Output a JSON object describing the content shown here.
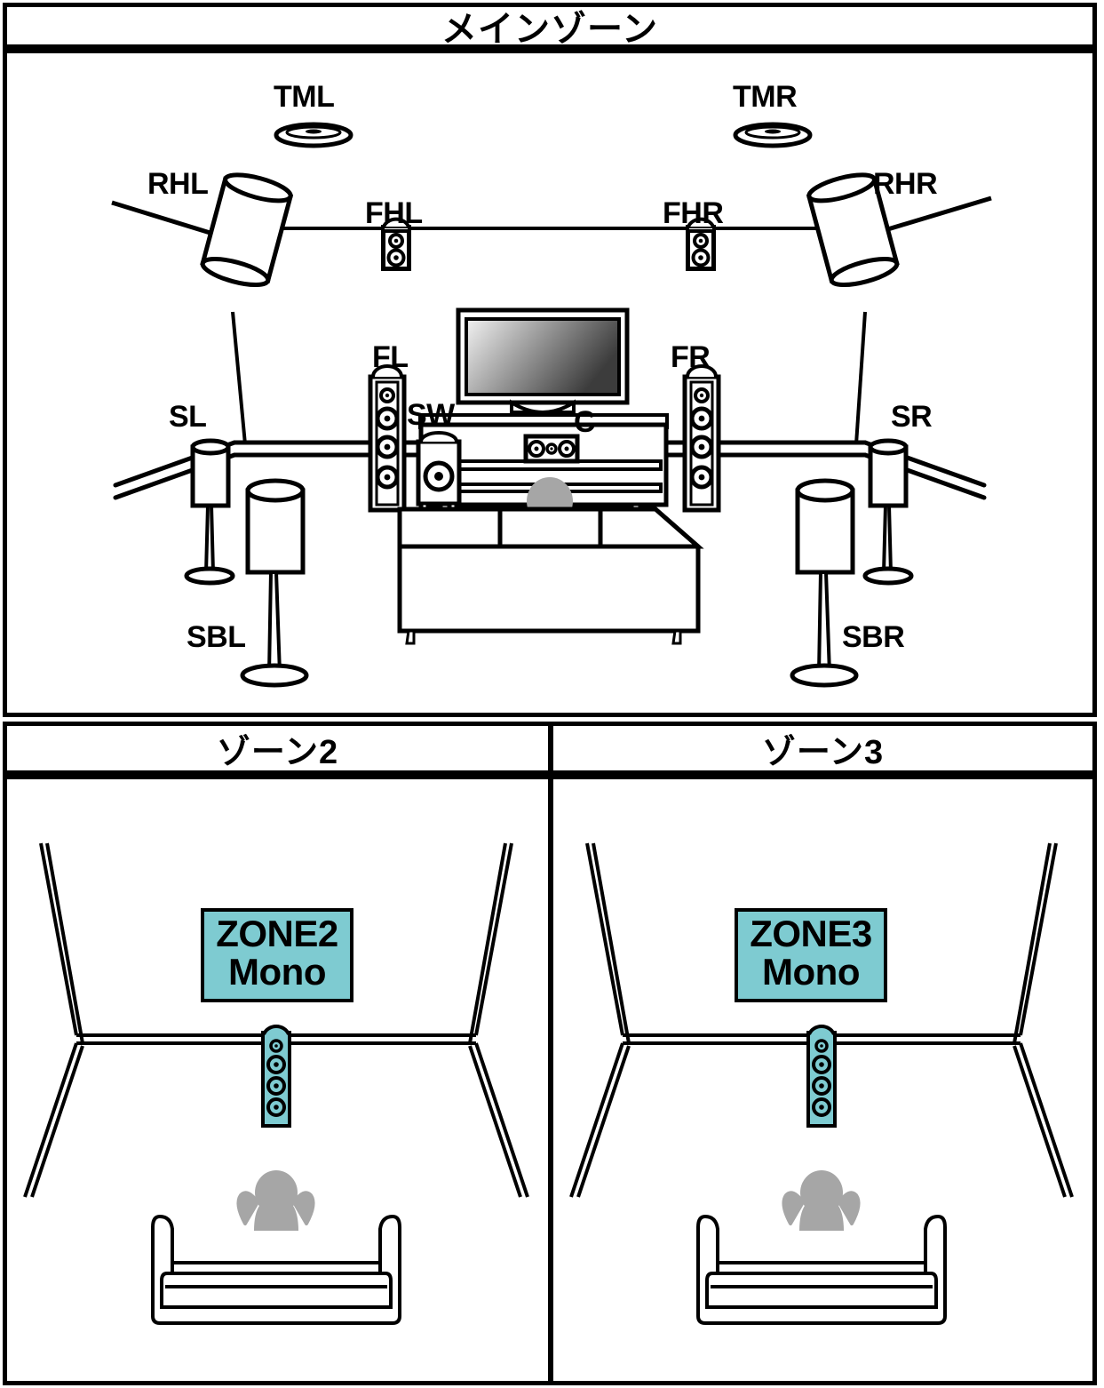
{
  "panels": {
    "main": {
      "title": "メインゾーン"
    },
    "zone2": {
      "title": "ゾーン2"
    },
    "zone3": {
      "title": "ゾーン3"
    }
  },
  "main_zone": {
    "speaker_labels": {
      "tml": "TML",
      "tmr": "TMR",
      "rhl": "RHL",
      "rhr": "RHR",
      "fhl": "FHL",
      "fhr": "FHR",
      "fl": "FL",
      "fr": "FR",
      "sw": "SW",
      "c": "C",
      "sl": "SL",
      "sr": "SR",
      "sbl": "SBL",
      "sbr": "SBR"
    },
    "icons": {
      "tml": "ceiling-speaker-icon",
      "tmr": "ceiling-speaker-icon",
      "rhl": "height-speaker-icon",
      "rhr": "height-speaker-icon",
      "fhl": "bookshelf-speaker-icon",
      "fhr": "bookshelf-speaker-icon",
      "fl": "tower-speaker-icon",
      "fr": "tower-speaker-icon",
      "sw": "subwoofer-icon",
      "c": "center-speaker-icon",
      "sl": "surround-speaker-icon",
      "sr": "surround-speaker-icon",
      "sbl": "surround-back-speaker-icon",
      "sbr": "surround-back-speaker-icon",
      "tv": "television-icon",
      "rack": "av-rack-icon",
      "sofa": "sofa-icon",
      "person": "listener-icon"
    }
  },
  "zone2": {
    "badge_line1": "ZONE2",
    "badge_line2": "Mono",
    "badge_color": "#7ecbd1",
    "icons": {
      "speaker": "zone-speaker-icon",
      "sofa": "sofa-icon",
      "person": "listener-icon"
    }
  },
  "zone3": {
    "badge_line1": "ZONE3",
    "badge_line2": "Mono",
    "badge_color": "#7ecbd1",
    "icons": {
      "speaker": "zone-speaker-icon",
      "sofa": "sofa-icon",
      "person": "listener-icon"
    }
  },
  "colors": {
    "outline": "#000000",
    "accent_teal": "#7ecbd1",
    "person_gray": "#a6a6a6",
    "screen_dark": "#3b3b3b"
  }
}
